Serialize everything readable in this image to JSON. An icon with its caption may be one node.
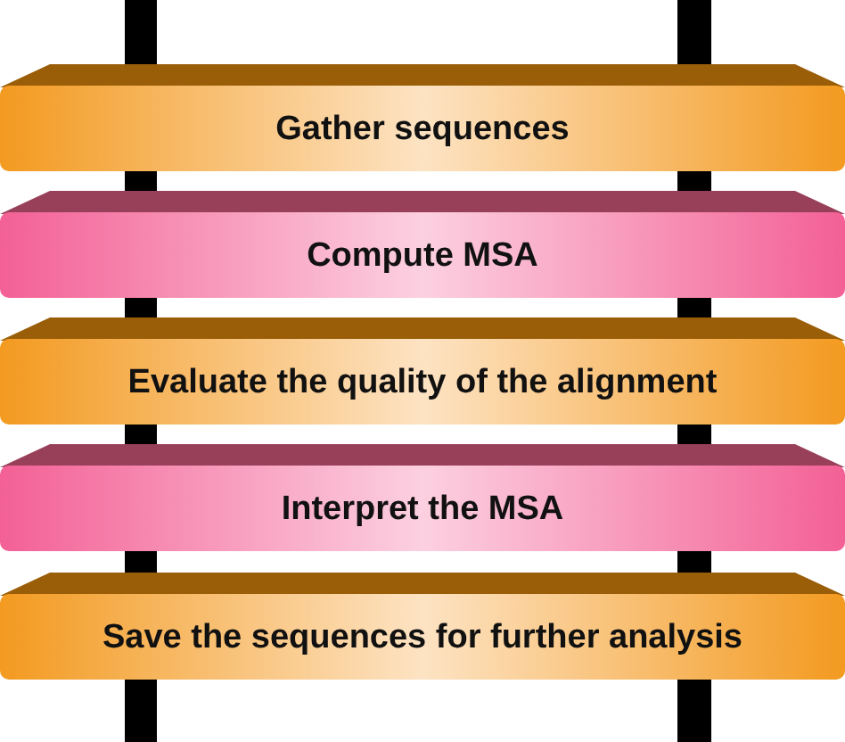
{
  "diagram": {
    "nodes": [
      {
        "text": [
          "Gather sequences"
        ]
      },
      {
        "text": [
          "Compute MSA"
        ]
      },
      {
        "text": [
          "Evaluate the quality of the alignment"
        ]
      },
      {
        "text": [
          "Interpret the MSA"
        ]
      },
      {
        "text": [
          "Save the sequences for further analysis"
        ]
      }
    ]
  }
}
